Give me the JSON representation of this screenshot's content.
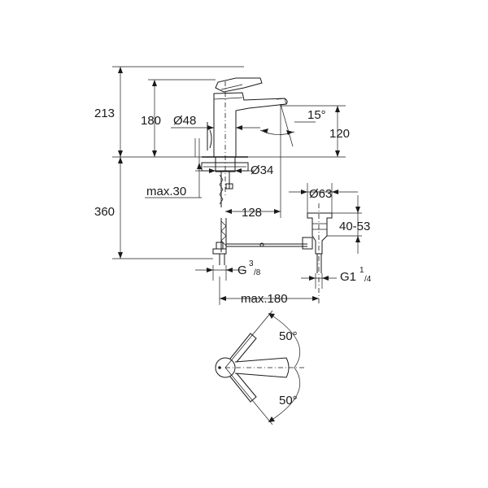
{
  "dimensions": {
    "overall_height": "213",
    "spout_height": "180",
    "body_diameter": "Ø48",
    "spout_angle": "15°",
    "outlet_height": "120",
    "hole_diameter": "Ø34",
    "max_deck_thickness": "max.30",
    "waste_diameter": "Ø63",
    "below_deck": "360",
    "projection": "128",
    "waste_range": "40-53",
    "supply_thread_main": "G",
    "supply_thread_sup": "3",
    "supply_thread_sub": "/8",
    "waste_thread_main": "G1",
    "waste_thread_sup": "1",
    "waste_thread_sub": "/4",
    "max_width": "max.180",
    "rotation_top": "50°",
    "rotation_bottom": "50°"
  }
}
